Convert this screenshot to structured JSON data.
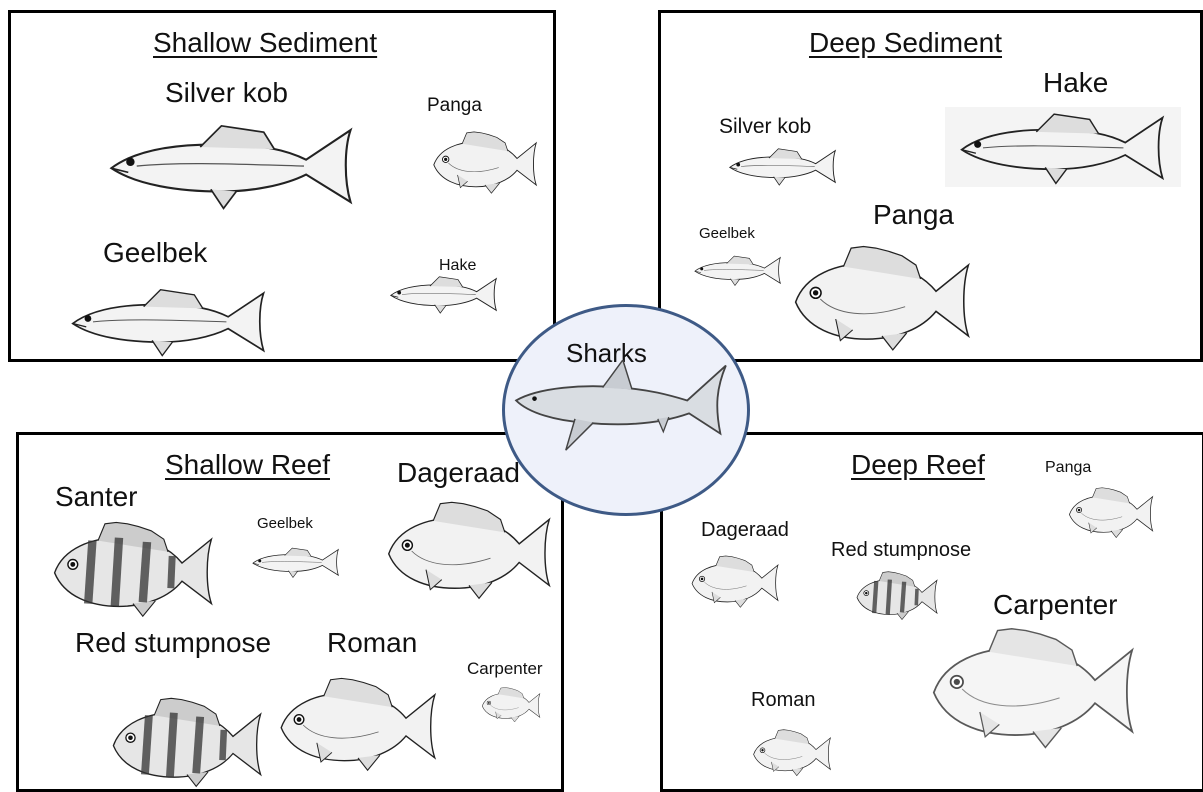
{
  "sections": {
    "shallow_sediment": {
      "title": "Shallow Sediment",
      "fish": [
        "Silver kob",
        "Panga",
        "Geelbek",
        "Hake"
      ]
    },
    "deep_sediment": {
      "title": "Deep Sediment",
      "fish": [
        "Silver kob",
        "Hake",
        "Panga",
        "Geelbek"
      ]
    },
    "shallow_reef": {
      "title": "Shallow Reef",
      "fish": [
        "Santer",
        "Geelbek",
        "Dageraad",
        "Red stumpnose",
        "Roman",
        "Carpenter"
      ]
    },
    "deep_reef": {
      "title": "Deep Reef",
      "fish": [
        "Panga",
        "Dageraad",
        "Red stumpnose",
        "Carpenter",
        "Roman"
      ]
    }
  },
  "center": {
    "label": "Sharks"
  }
}
